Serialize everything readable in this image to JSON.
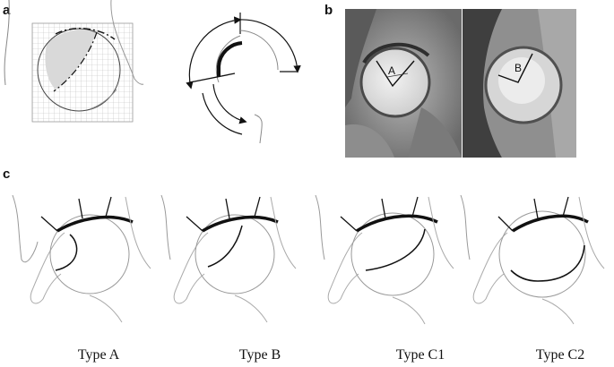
{
  "panels": {
    "a": "a",
    "b": "b",
    "c": "c"
  },
  "mri": {
    "angle_left": "A",
    "angle_right": "B"
  },
  "types": [
    "Type A",
    "Type B",
    "Type C1",
    "Type C2"
  ]
}
